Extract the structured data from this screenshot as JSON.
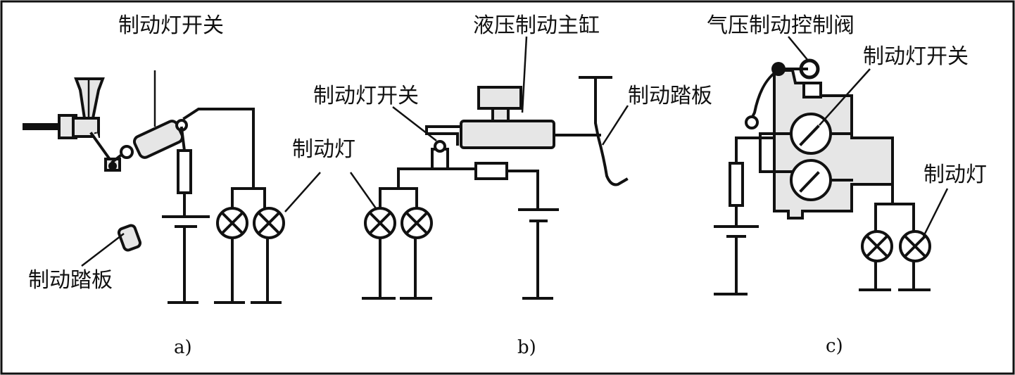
{
  "panels": {
    "a": {
      "caption": "a)",
      "label_switch": "制动灯开关",
      "label_lamp": "制动灯",
      "label_pedal": "制动踏板"
    },
    "b": {
      "caption": "b)",
      "label_master_cylinder": "液压制动主缸",
      "label_switch": "制动灯开关",
      "label_pedal": "制动踏板"
    },
    "c": {
      "caption": "c)",
      "label_valve": "气压制动控制阀",
      "label_switch": "制动灯开关",
      "label_lamp": "制动灯"
    }
  },
  "colors": {
    "line": "#111111",
    "part_fill": "#e6e6e6",
    "background": "#ffffff"
  },
  "icons": [
    "brake-lamp-icon",
    "fuse-icon",
    "battery-icon",
    "switch-icon"
  ]
}
